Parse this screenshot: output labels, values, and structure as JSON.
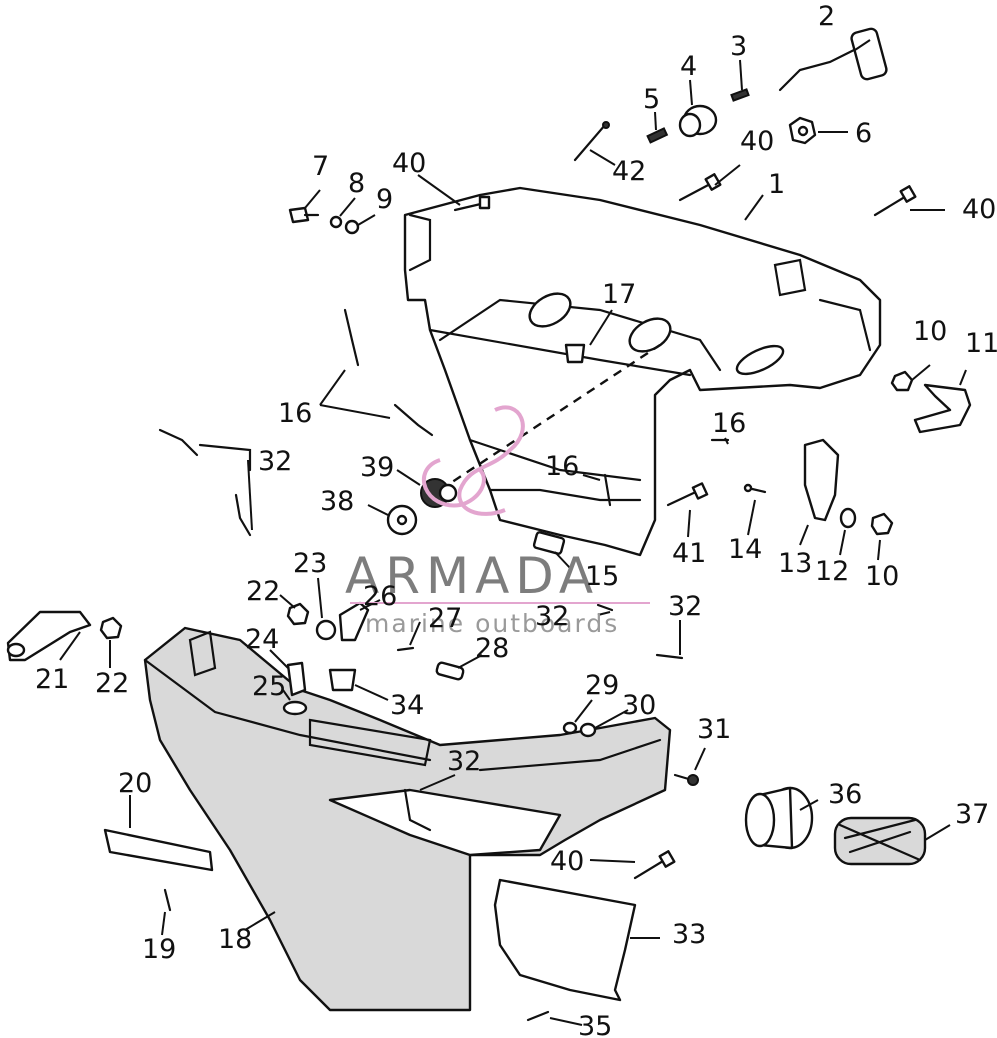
{
  "watermark": {
    "brand": "ARMADA",
    "tagline": "marine outboards",
    "accent_color": "#e3a5cf"
  },
  "callouts": [
    "1",
    "2",
    "3",
    "4",
    "5",
    "6",
    "7",
    "8",
    "9",
    "10",
    "10",
    "11",
    "12",
    "13",
    "14",
    "15",
    "16",
    "16",
    "16",
    "17",
    "18",
    "19",
    "20",
    "21",
    "22",
    "22",
    "23",
    "24",
    "25",
    "26",
    "27",
    "28",
    "29",
    "30",
    "31",
    "32",
    "32",
    "32",
    "32",
    "33",
    "34",
    "35",
    "36",
    "37",
    "38",
    "39",
    "40",
    "40",
    "40",
    "40",
    "41",
    "42"
  ]
}
